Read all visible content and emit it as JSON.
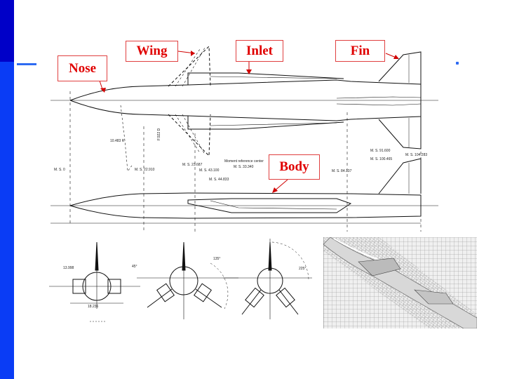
{
  "labels": {
    "wing": "Wing",
    "inlet": "Inlet",
    "fin": "Fin",
    "nose": "Nose",
    "body": "Body"
  },
  "drawing_annotations": {
    "ms_0": "M. S. 0",
    "ms_22": "M. S. 22.910",
    "ms_23": "M. S. 23.687",
    "ms_43": "M. S. 43.100",
    "ms_44": "M. S. 44.833",
    "ms_33": "M. S. 33.340",
    "moment_ref": "Moment reference center",
    "ms_84": "M. S. 84.137",
    "ms_91": "M. S. 91.600",
    "ms_100": "M. S. 100.465",
    "ms_104": "M. S. 104.283",
    "radius": "10.483 R",
    "fuse": "F.922 D",
    "dim_a": "13.998",
    "dim_b": "18.236",
    "angle_a": "45°",
    "angle_b": "135°",
    "angle_c": "225°"
  },
  "colors": {
    "accent_blue": "#0a3cf5",
    "dark_blue": "#0000c8",
    "label_red": "#e00000",
    "label_border": "#e04040"
  }
}
